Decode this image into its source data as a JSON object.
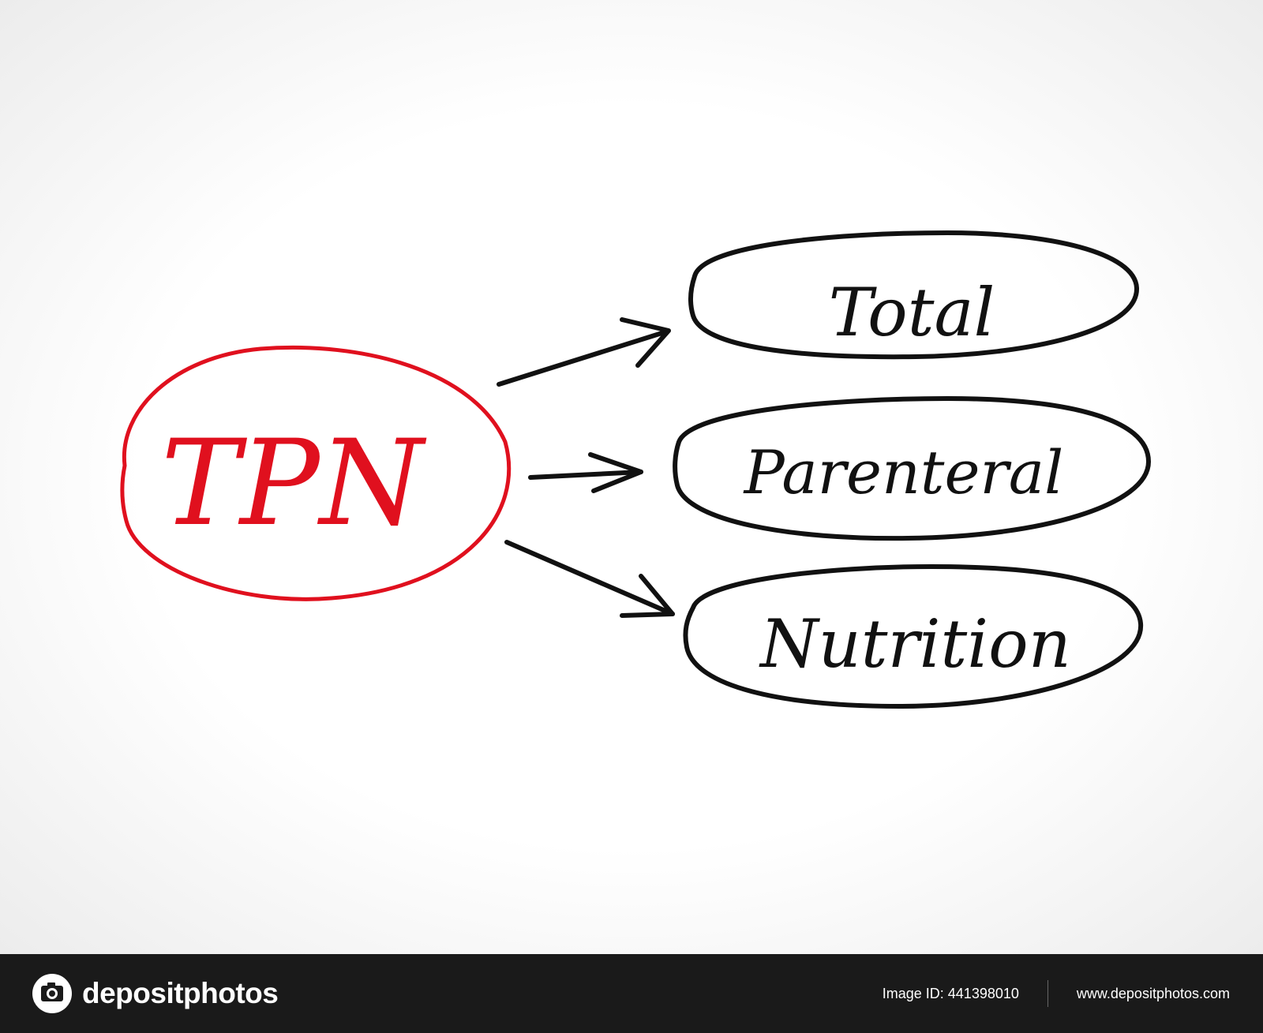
{
  "diagram": {
    "acronym": "TPN",
    "terms": [
      "Total",
      "Parenteral",
      "Nutrition"
    ],
    "colors": {
      "acronym": "#e0101e",
      "terms": "#111111",
      "arrows": "#111111"
    }
  },
  "footer": {
    "brand": "depositphotos",
    "image_id": "Image ID: 441398010",
    "website": "www.depositphotos.com"
  }
}
